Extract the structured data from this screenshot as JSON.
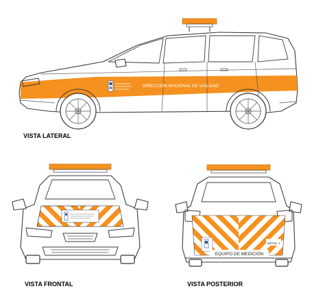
{
  "labels": {
    "side_view": "VISTA LATERAL",
    "front_view": "VISTA FRONTAL",
    "rear_view": "VISTA POSTERIOR"
  },
  "side_stripe_text": "DIRECCIÓN NACIONAL DE VIALIDAD",
  "rear_text": "EQUIPO DE MEDICIÓN",
  "rear_unit_text": "MOVIL 1",
  "colors": {
    "accent_orange": "#f5911e",
    "outline": "#3a3a3a",
    "background": "#ffffff"
  }
}
